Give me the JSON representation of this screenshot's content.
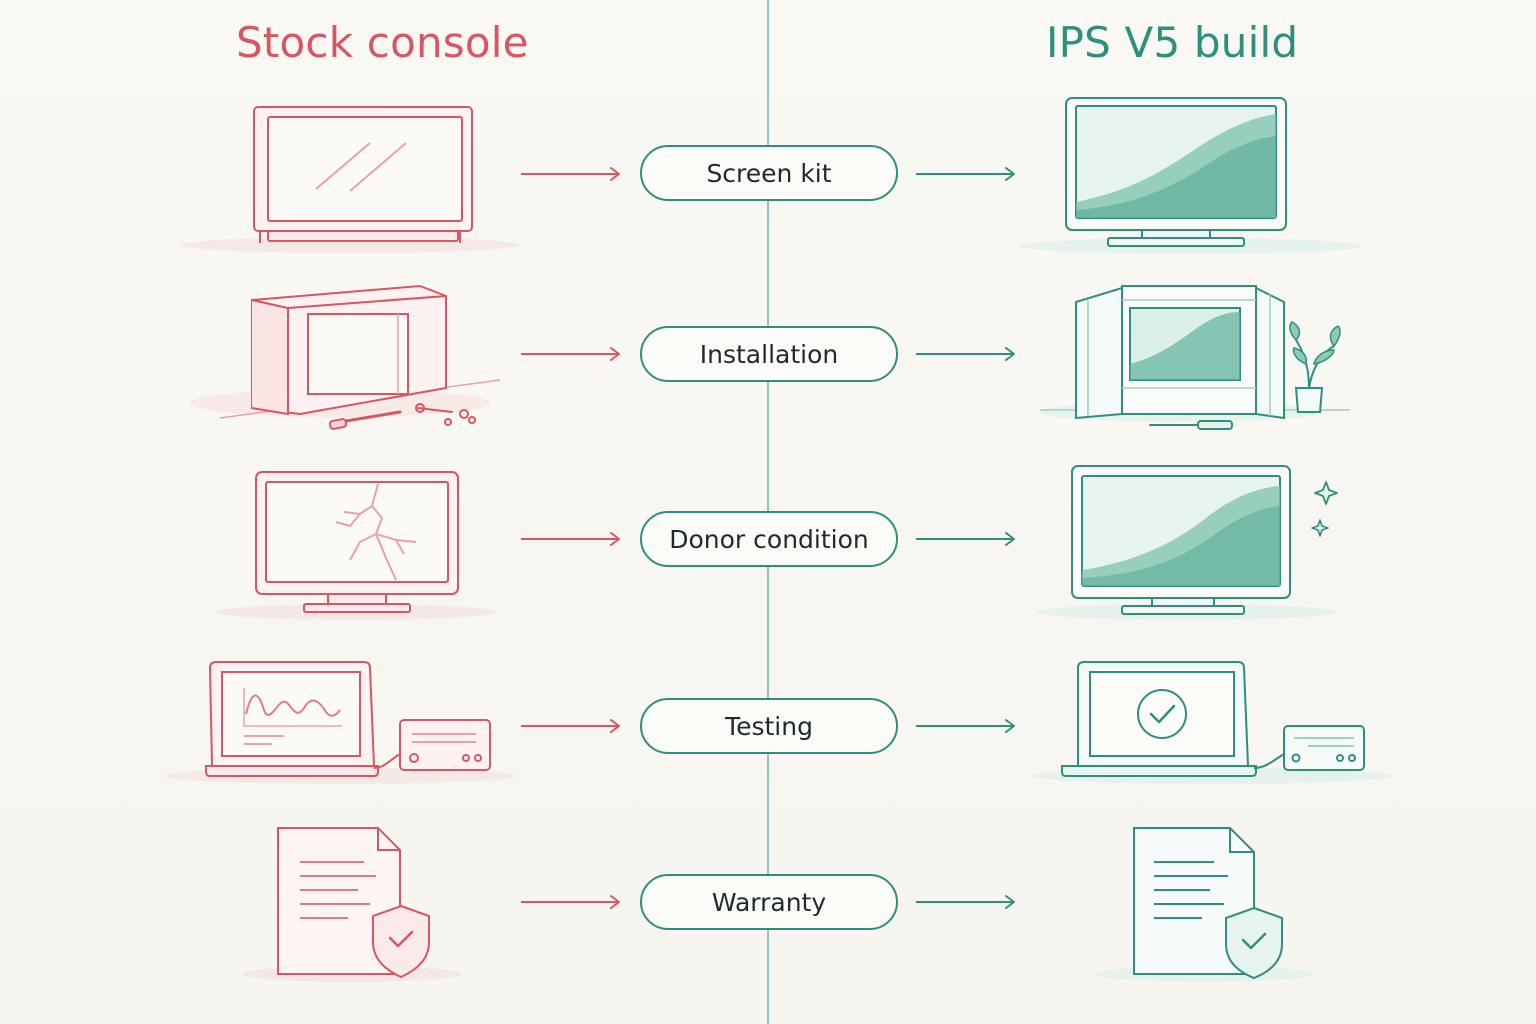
{
  "headers": {
    "left": "Stock console",
    "right": "IPS V5 build"
  },
  "rows": [
    {
      "label": "Screen kit",
      "left_icon": "stock-screen-icon",
      "right_icon": "ips-screen-icon"
    },
    {
      "label": "Installation",
      "left_icon": "open-shell-with-tools-icon",
      "right_icon": "installed-shell-with-plant-icon"
    },
    {
      "label": "Donor condition",
      "left_icon": "cracked-screen-icon",
      "right_icon": "sparkling-screen-icon"
    },
    {
      "label": "Testing",
      "left_icon": "laptop-waveform-icon",
      "right_icon": "laptop-checkmark-icon"
    },
    {
      "label": "Warranty",
      "left_icon": "document-shield-icon",
      "right_icon": "document-shield-icon"
    }
  ],
  "colors": {
    "left_accent": "#d85563",
    "right_accent": "#2f8f7e",
    "background": "#f8f7f2",
    "pill_text": "#1f2b2a"
  }
}
